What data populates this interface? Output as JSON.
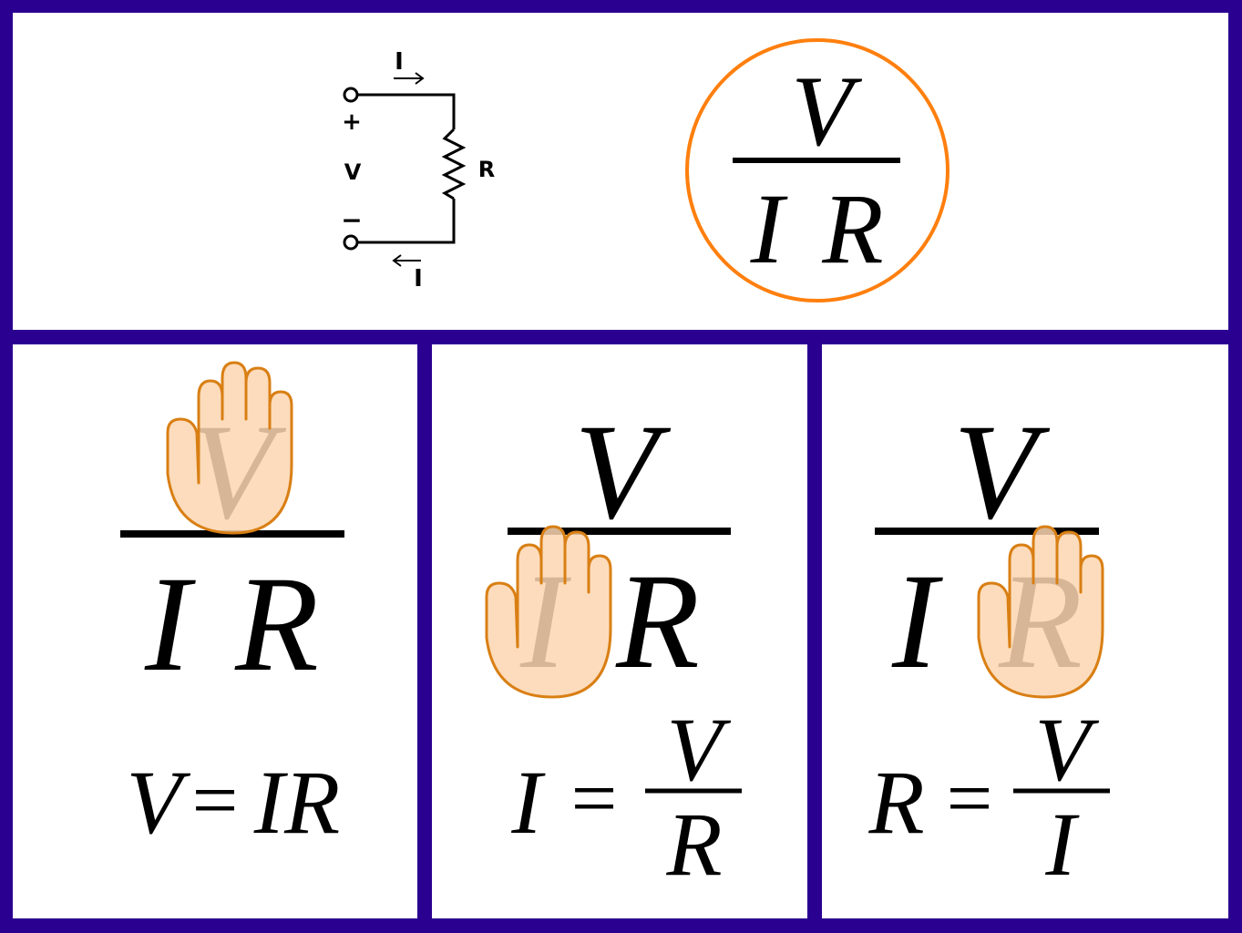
{
  "circuit": {
    "current_top": "I",
    "current_bottom": "I",
    "plus": "+",
    "minus": "−",
    "voltage": "V",
    "resistor": "R"
  },
  "triangle": {
    "numerator": "V",
    "den_left": "I",
    "den_right": "R"
  },
  "panel_v": {
    "numerator": "V",
    "den_left": "I",
    "den_right": "R",
    "eq_lhs": "V",
    "eq_sign": "=",
    "eq_rhs": "IR"
  },
  "panel_i": {
    "numerator": "V",
    "den_left": "I",
    "den_right": "R",
    "eq_lhs": "I",
    "eq_sign": "=",
    "frac_num": "V",
    "frac_den": "R"
  },
  "panel_r": {
    "numerator": "V",
    "den_left": "I",
    "den_right": "R",
    "eq_lhs": "R",
    "eq_sign": "=",
    "frac_num": "V",
    "frac_den": "I"
  },
  "colors": {
    "border": "#2a0090",
    "circle": "#ff7f0e",
    "hand_fill": "#fcd6b0",
    "hand_stroke": "#d97f14"
  }
}
